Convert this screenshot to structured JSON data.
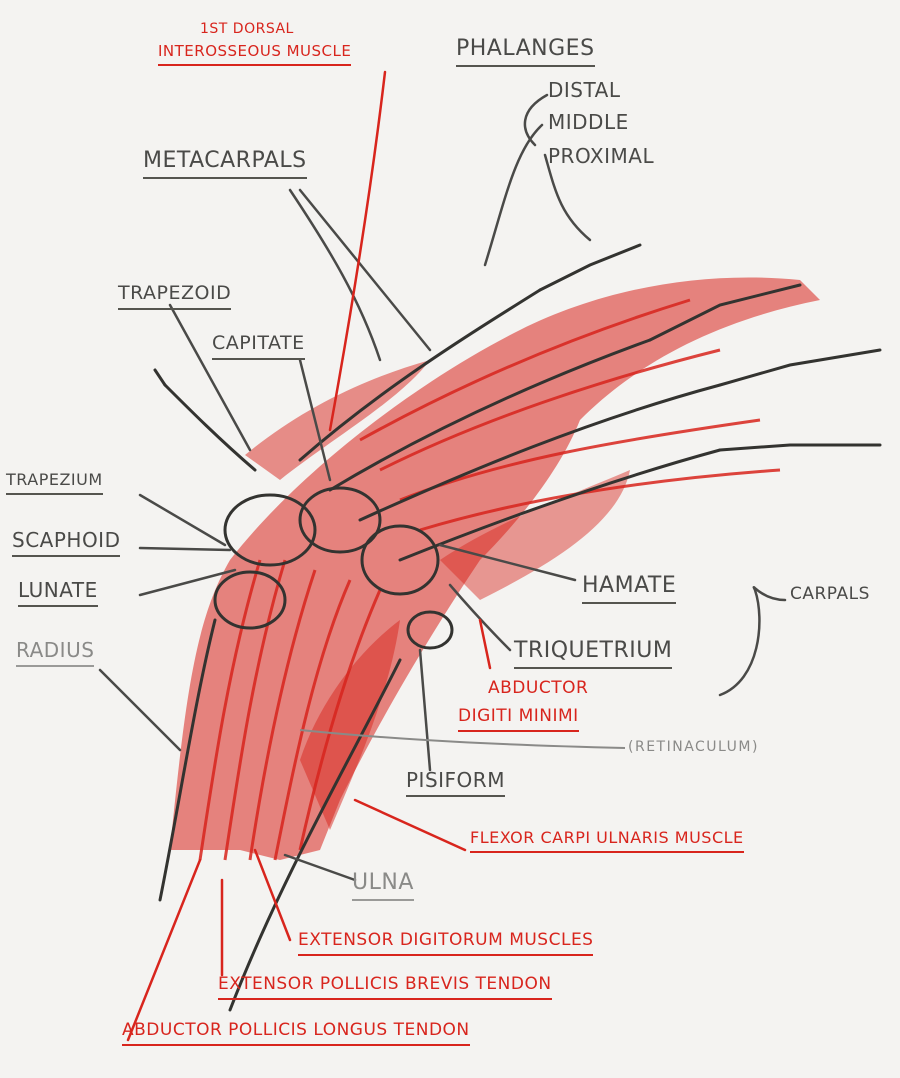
{
  "colors": {
    "paper": "#f4f3f1",
    "graphite": "#4a4a48",
    "light_graphite": "#8a8a88",
    "red_pencil": "#d8251d"
  },
  "labels": {
    "dorsal_interosseous_line1": "1ST DORSAL",
    "dorsal_interosseous_line2": "INTEROSSEOUS MUSCLE",
    "phalanges": "PHALANGES",
    "distal": "DISTAL",
    "middle": "MIDDLE",
    "proximal": "PROXIMAL",
    "metacarpals": "METACARPALS",
    "trapezoid": "TRAPEZOID",
    "capitate": "CAPITATE",
    "trapezium": "TRAPEZIUM",
    "scaphoid": "SCAPHOID",
    "lunate": "LUNATE",
    "radius": "RADIUS",
    "hamate": "HAMATE",
    "carpals": "CARPALS",
    "triquetrium": "TRIQUETRIUM",
    "abductor_line1": "ABDUCTOR",
    "abductor_line2": "DIGITI MINIMI",
    "retinaculum": "(RETINACULUM)",
    "pisiform": "PISIFORM",
    "flexor": "FLEXOR CARPI ULNARIS MUSCLE",
    "ulna": "ULNA",
    "extensor_digitorum": "EXTENSOR DIGITORUM MUSCLES",
    "extensor_pollicis": "EXTENSOR POLLICIS BREVIS TENDON",
    "abductor_pollicis": "ABDUCTOR POLLICIS LONGUS TENDON"
  }
}
